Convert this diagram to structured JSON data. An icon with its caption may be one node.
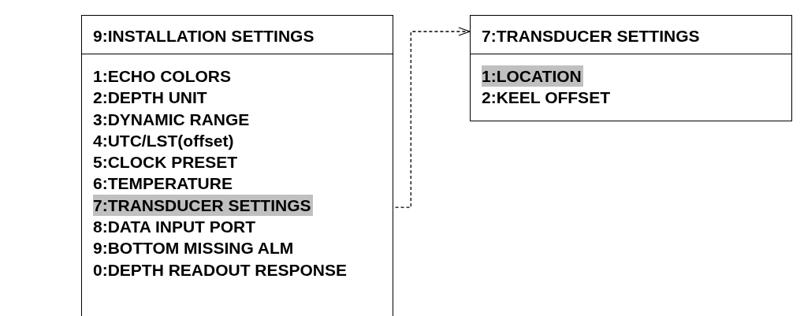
{
  "diagram": {
    "nodes": [
      {
        "text": [
          "9:INSTALLATION SETTINGS"
        ]
      },
      {
        "text": [
          "1:ECHO COLORS"
        ],
        "in": 0
      },
      {
        "text": [
          "2:DEPTH UNIT"
        ],
        "in": 0
      },
      {
        "text": [
          "3:DYNAMIC RANGE"
        ],
        "in": 0
      },
      {
        "text": [
          "4:UTC/LST(offset)"
        ],
        "in": 0
      },
      {
        "text": [
          "5:CLOCK PRESET"
        ],
        "in": 0
      },
      {
        "text": [
          "6:TEMPERATURE"
        ],
        "in": 0
      },
      {
        "text": [
          "7:TRANSDUCER SETTINGS"
        ],
        "in": 0
      },
      {
        "text": [
          "8:DATA INPUT PORT"
        ],
        "in": 0
      },
      {
        "text": [
          "9:BOTTOM MISSING ALM"
        ],
        "in": 0
      },
      {
        "text": [
          "0:DEPTH READOUT RESPONSE"
        ],
        "in": 0
      },
      {
        "text": [
          "7:TRANSDUCER SETTINGS"
        ]
      },
      {
        "text": [
          "1:LOCATION"
        ],
        "in": 11
      },
      {
        "text": [
          "2:KEEL OFFSET"
        ],
        "in": 11
      }
    ],
    "edges": [
      {
        "from": 7,
        "to": 11,
        "arrow": "to",
        "style": "dashed"
      }
    ]
  }
}
